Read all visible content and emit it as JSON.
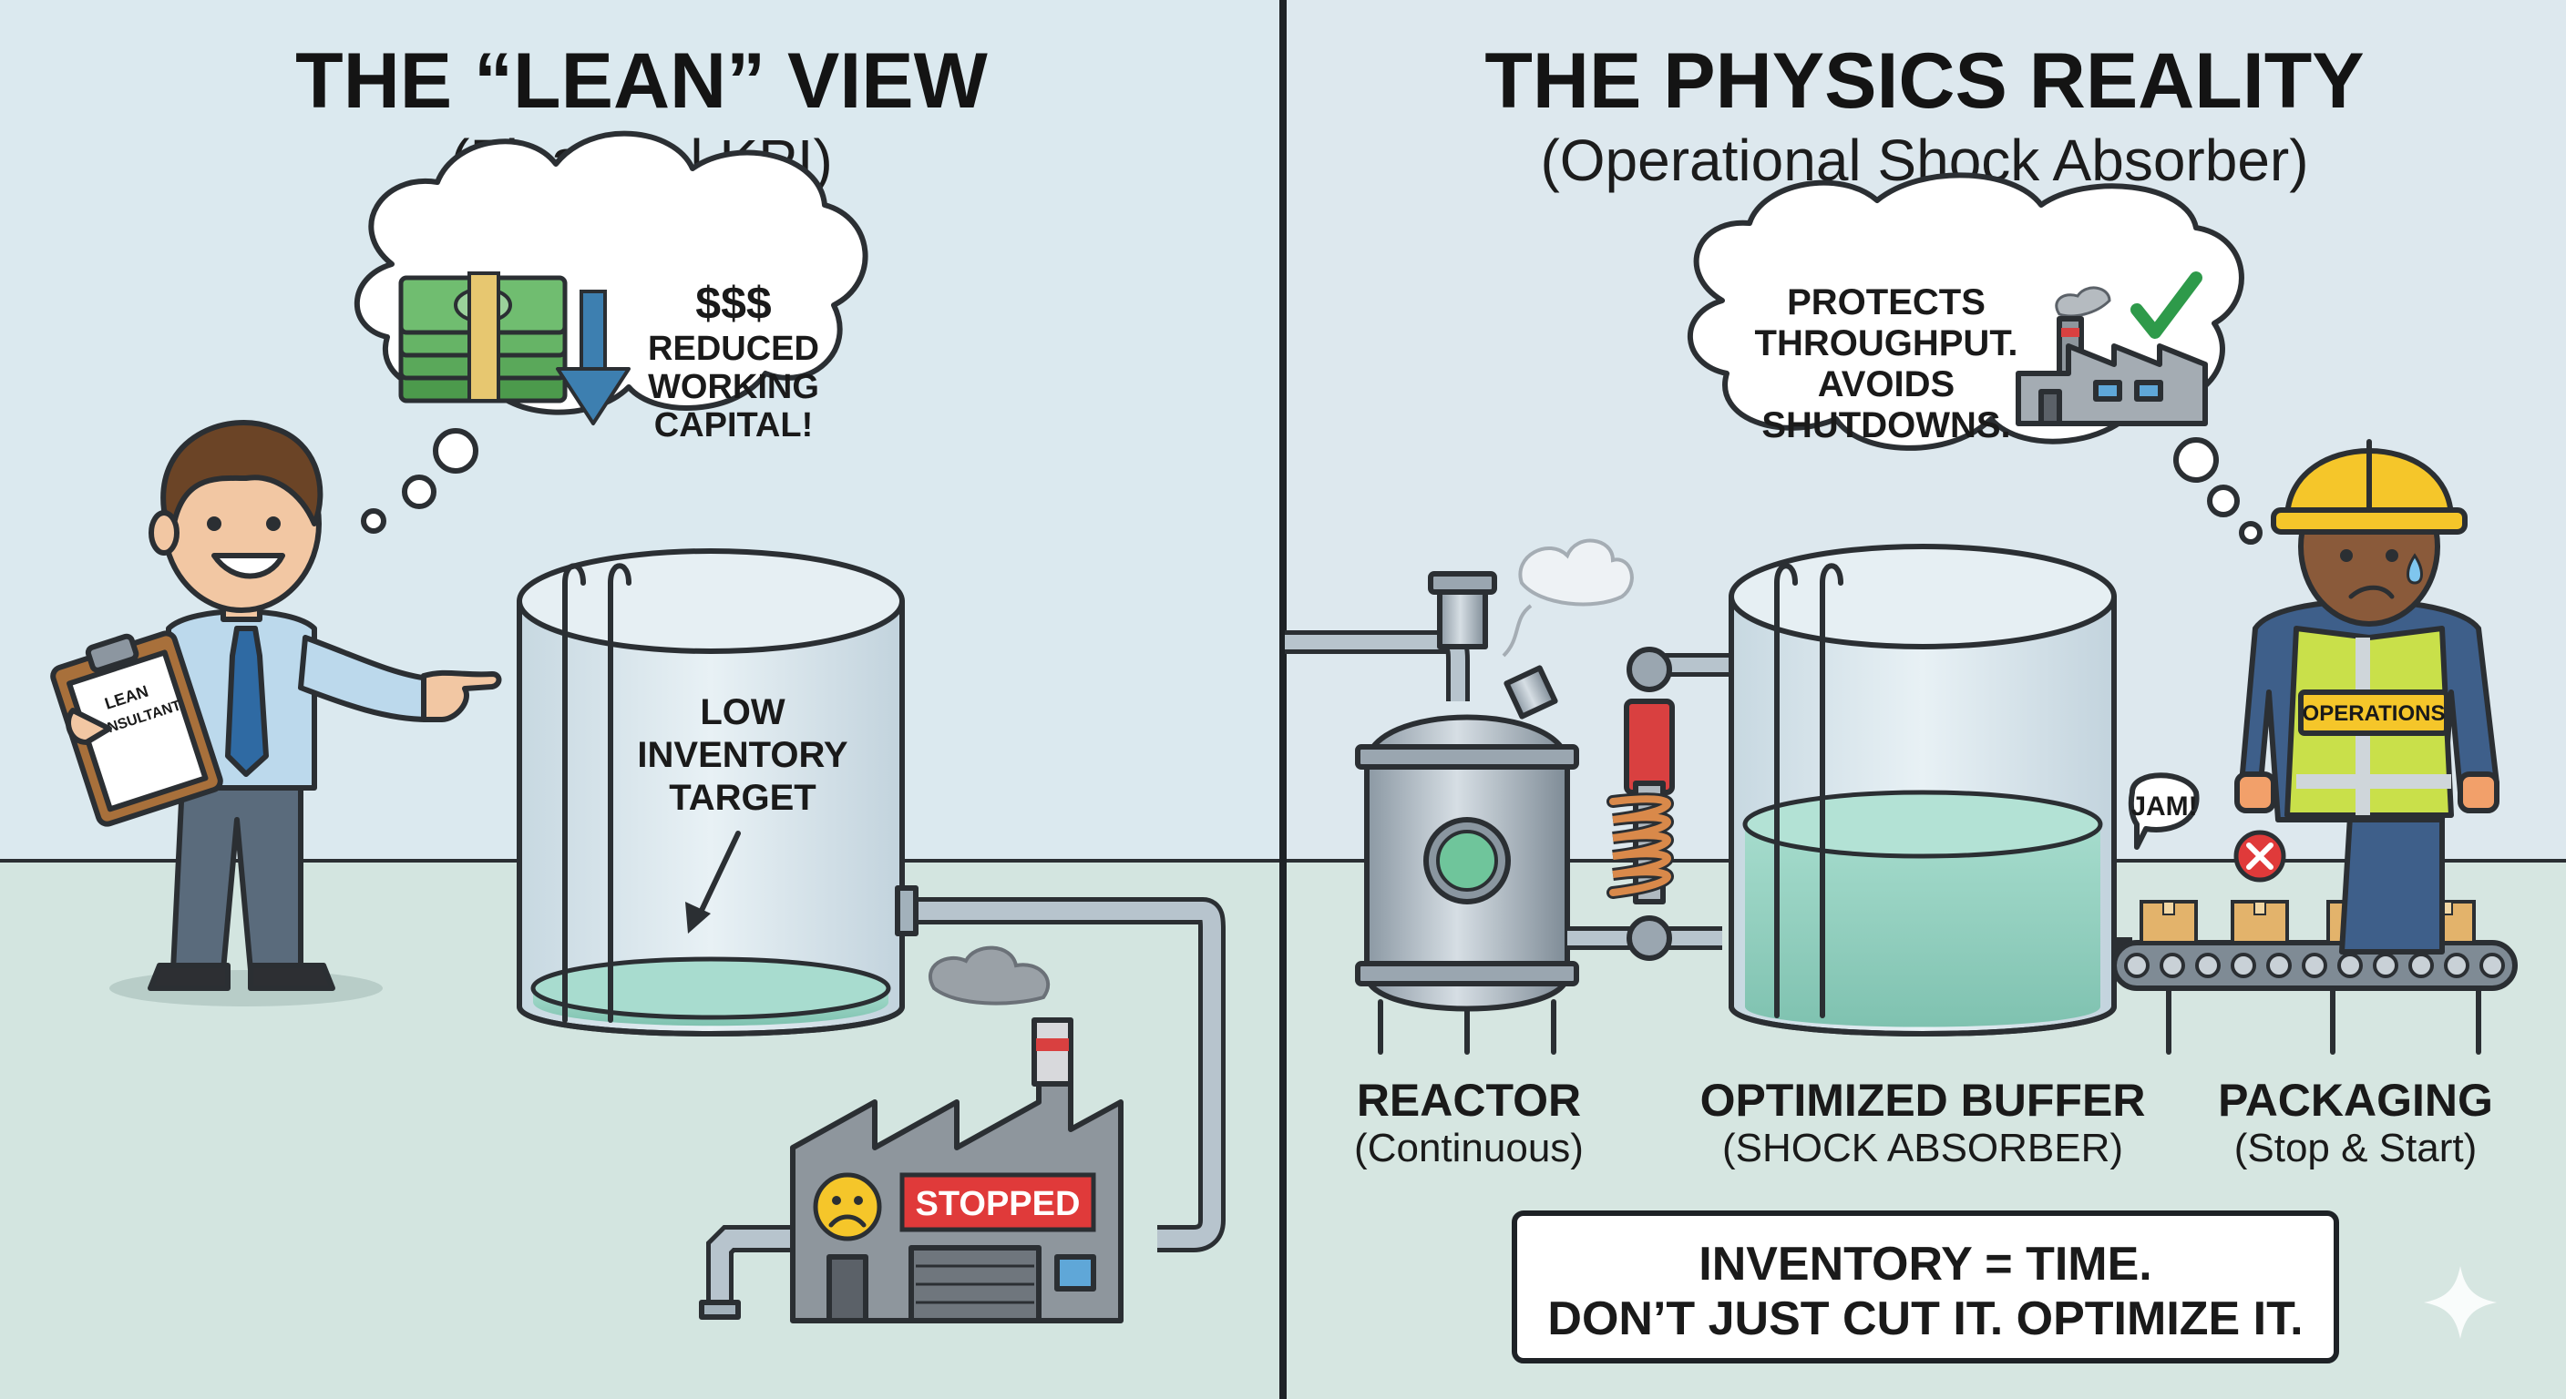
{
  "left_panel": {
    "title": "THE “LEAN” VIEW",
    "subtitle": "(Financial KPI)",
    "thought": {
      "dollar": "$$$",
      "line1": "REDUCED",
      "line2": "WORKING",
      "line3": "CAPITAL!"
    },
    "clipboard_line1": "LEAN",
    "clipboard_line2": "CONSULTANT",
    "tank_label_line1": "LOW",
    "tank_label_line2": "INVENTORY",
    "tank_label_line3": "TARGET",
    "factory_sign": "STOPPED"
  },
  "right_panel": {
    "title": "THE PHYSICS REALITY",
    "subtitle": "(Operational Shock Absorber)",
    "thought": {
      "line1": "PROTECTS",
      "line2": "THROUGHPUT.",
      "line3": "AVOIDS",
      "line4": "SHUTDOWNS."
    },
    "vest_label": "OPERATIONS",
    "jam_label": "JAM!",
    "reactor_label": "REACTOR",
    "reactor_sub": "(Continuous)",
    "buffer_label": "OPTIMIZED BUFFER",
    "buffer_sub": "(SHOCK ABSORBER)",
    "packaging_label": "PACKAGING",
    "packaging_sub": "(Stop & Start)",
    "footer_line1": "INVENTORY = TIME.",
    "footer_line2": "DON’T JUST CUT IT. OPTIMIZE IT."
  },
  "colors": {
    "sky": "#dbe9ef",
    "floor": "#d2e4df",
    "liquid": "#8ecdbd",
    "stop_red": "#e03a3a",
    "helmet": "#f5c62a",
    "vest": "#c9e04a",
    "money": "#5aa85a",
    "arrow_blue": "#3d7fb0"
  }
}
